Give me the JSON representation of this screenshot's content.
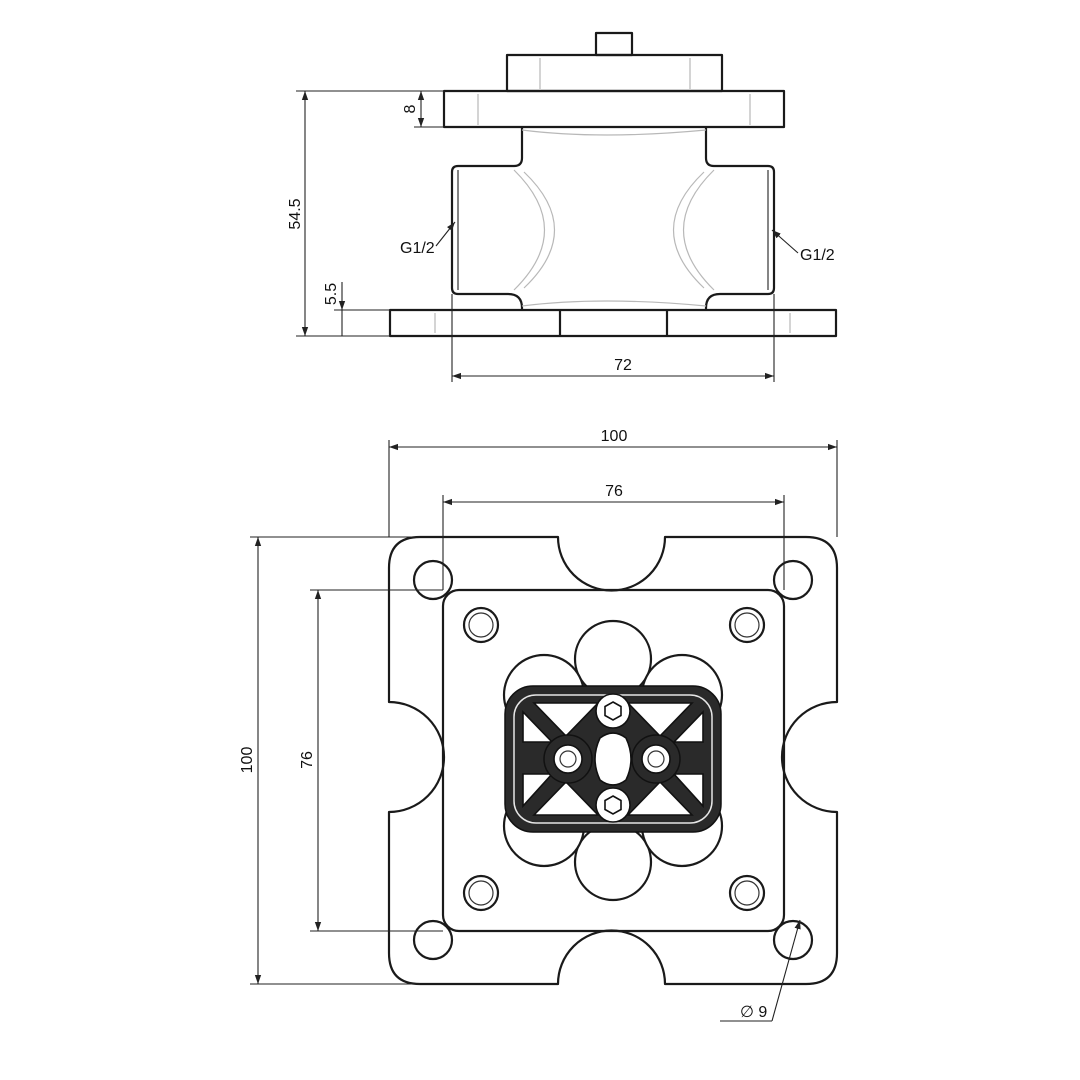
{
  "side_view": {
    "height_total": "54.5",
    "top_flange_thickness": "8",
    "base_thickness": "5.5",
    "port_left": "G1/2",
    "port_right": "G1/2",
    "body_width": "72"
  },
  "top_view": {
    "outer_width": "100",
    "outer_height": "100",
    "inner_width": "76",
    "inner_height": "76",
    "hole_diameter": "∅ 9"
  }
}
